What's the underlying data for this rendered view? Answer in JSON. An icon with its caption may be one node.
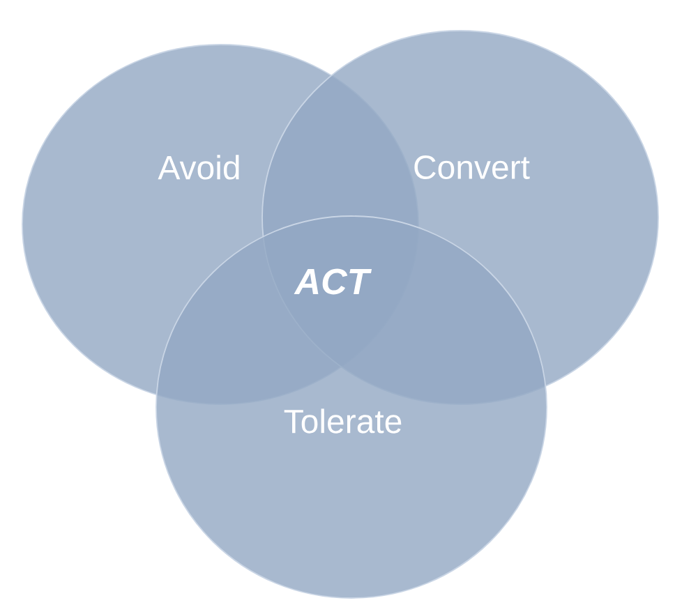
{
  "diagram": {
    "nodes": [
      {
        "text": [
          "Avoid"
        ]
      },
      {
        "text": [
          "Convert"
        ]
      },
      {
        "text": [
          "Tolerate"
        ]
      }
    ],
    "labels": [
      "ACT"
    ]
  }
}
